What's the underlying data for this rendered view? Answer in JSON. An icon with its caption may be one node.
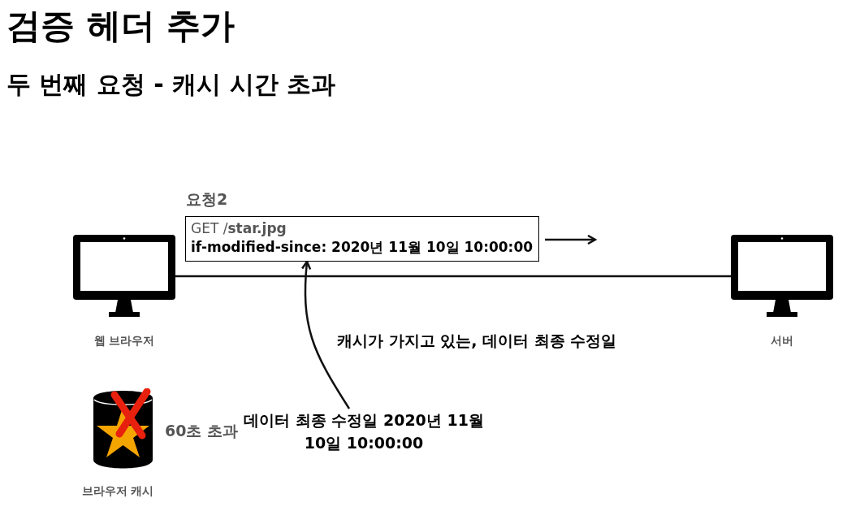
{
  "diagram": {
    "title": "검증 헤더 추가",
    "caption": "두 번째 요청 - 캐시 시간 초과",
    "nodes": [
      {
        "text": [
          "웹 브라우저"
        ]
      },
      {
        "text": [
          "GET /**star.jpg**",
          "if-modified-since: 2020년 11월 10일 10:00:00"
        ],
        "beside": [
          "요청2"
        ]
      },
      {
        "text": [
          "서버"
        ]
      },
      {
        "text": [
          "브라우저 캐시"
        ],
        "beside": [
          "60초 초과"
        ]
      },
      {
        "text": [
          "데이터 최종 수정일 2020년 11월 10일 10:00:00"
        ]
      }
    ],
    "edges": [
      {
        "from": 0,
        "to": 2,
        "arrow": "none"
      },
      {
        "from": 4,
        "to": 1,
        "arrow": "to"
      }
    ],
    "labels": [
      "캐시가 가지고 있는, 데이터 최종 수정일"
    ]
  }
}
